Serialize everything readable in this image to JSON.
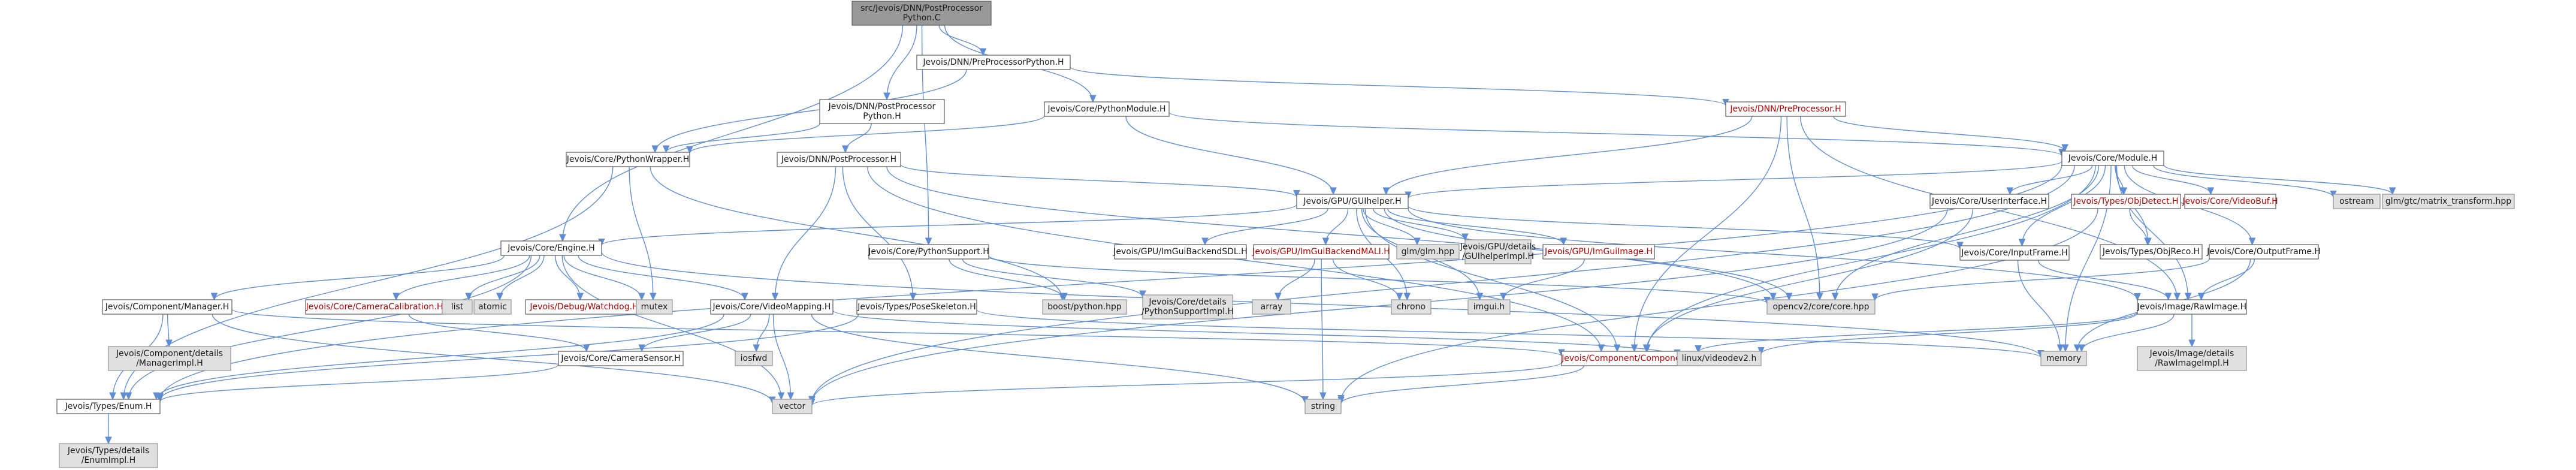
{
  "nodes": {
    "root": {
      "lines": [
        "src/Jevois/DNN/PostProcessor",
        "Python.C"
      ],
      "style": "root"
    },
    "prepy": {
      "lines": [
        "Jevois/DNN/PreProcessorPython.H"
      ],
      "style": "plain"
    },
    "postpy": {
      "lines": [
        "Jevois/DNN/PostProcessor",
        "Python.H"
      ],
      "style": "plain"
    },
    "pymod": {
      "lines": [
        "Jevois/Core/PythonModule.H"
      ],
      "style": "plain"
    },
    "prep": {
      "lines": [
        "Jevois/DNN/PreProcessor.H"
      ],
      "style": "red"
    },
    "pywrap": {
      "lines": [
        "Jevois/Core/PythonWrapper.H"
      ],
      "style": "plain"
    },
    "postp": {
      "lines": [
        "Jevois/DNN/PostProcessor.H"
      ],
      "style": "plain"
    },
    "module": {
      "lines": [
        "Jevois/Core/Module.H"
      ],
      "style": "plain"
    },
    "guihelper": {
      "lines": [
        "Jevois/GPU/GUIhelper.H"
      ],
      "style": "plain"
    },
    "uiface": {
      "lines": [
        "Jevois/Core/UserInterface.H"
      ],
      "style": "plain"
    },
    "objdetect": {
      "lines": [
        "Jevois/Types/ObjDetect.H"
      ],
      "style": "red"
    },
    "videobuf": {
      "lines": [
        "Jevois/Core/VideoBuf.H"
      ],
      "style": "red"
    },
    "ostream": {
      "lines": [
        "ostream"
      ],
      "style": "ext"
    },
    "glmtrans": {
      "lines": [
        "glm/gtc/matrix_transform.hpp"
      ],
      "style": "ext"
    },
    "engine": {
      "lines": [
        "Jevois/Core/Engine.H"
      ],
      "style": "plain"
    },
    "pysupport": {
      "lines": [
        "Jevois/Core/PythonSupport.H"
      ],
      "style": "plain"
    },
    "imguisdl": {
      "lines": [
        "Jevois/GPU/ImGuiBackendSDL.H"
      ],
      "style": "plain"
    },
    "imguimali": {
      "lines": [
        "Jevois/GPU/ImGuiBackendMALI.H"
      ],
      "style": "red"
    },
    "glm": {
      "lines": [
        "glm/glm.hpp"
      ],
      "style": "ext"
    },
    "guidetails": {
      "lines": [
        "Jevois/GPU/details",
        "/GUIhelperImpl.H"
      ],
      "style": "ext"
    },
    "imguiimage": {
      "lines": [
        "Jevois/GPU/ImGuiImage.H"
      ],
      "style": "red"
    },
    "inframe": {
      "lines": [
        "Jevois/Core/InputFrame.H"
      ],
      "style": "plain"
    },
    "objreco": {
      "lines": [
        "Jevois/Types/ObjReco.H"
      ],
      "style": "plain"
    },
    "outframe": {
      "lines": [
        "Jevois/Core/OutputFrame.H"
      ],
      "style": "plain"
    },
    "compmgr": {
      "lines": [
        "Jevois/Component/Manager.H"
      ],
      "style": "plain"
    },
    "camcal": {
      "lines": [
        "Jevois/Core/CameraCalibration.H"
      ],
      "style": "red"
    },
    "list": {
      "lines": [
        "list"
      ],
      "style": "ext"
    },
    "atomic": {
      "lines": [
        "atomic"
      ],
      "style": "ext"
    },
    "watchdog": {
      "lines": [
        "Jevois/Debug/Watchdog.H"
      ],
      "style": "red"
    },
    "mutex": {
      "lines": [
        "mutex"
      ],
      "style": "ext"
    },
    "vmapping": {
      "lines": [
        "Jevois/Core/VideoMapping.H"
      ],
      "style": "plain"
    },
    "poseskel": {
      "lines": [
        "Jevois/Types/PoseSkeleton.H"
      ],
      "style": "plain"
    },
    "boostpy": {
      "lines": [
        "boost/python.hpp"
      ],
      "style": "ext"
    },
    "pysupimpl": {
      "lines": [
        "Jevois/Core/details",
        "/PythonSupportImpl.H"
      ],
      "style": "ext"
    },
    "array": {
      "lines": [
        "array"
      ],
      "style": "ext"
    },
    "chrono": {
      "lines": [
        "chrono"
      ],
      "style": "ext"
    },
    "imguih": {
      "lines": [
        "imgui.h"
      ],
      "style": "ext"
    },
    "opencv": {
      "lines": [
        "opencv2/core/core.hpp"
      ],
      "style": "ext"
    },
    "rawimage": {
      "lines": [
        "Jevois/Image/RawImage.H"
      ],
      "style": "plain"
    },
    "mgrimpl": {
      "lines": [
        "Jevois/Component/details",
        "/ManagerImpl.H"
      ],
      "style": "ext"
    },
    "camsensor": {
      "lines": [
        "Jevois/Core/CameraSensor.H"
      ],
      "style": "plain"
    },
    "iosfwd": {
      "lines": [
        "iosfwd"
      ],
      "style": "ext"
    },
    "component": {
      "lines": [
        "Jevois/Component/Component.H"
      ],
      "style": "red"
    },
    "videodev": {
      "lines": [
        "linux/videodev2.h"
      ],
      "style": "ext"
    },
    "memory": {
      "lines": [
        "memory"
      ],
      "style": "ext"
    },
    "rawimpl": {
      "lines": [
        "Jevois/Image/details",
        "/RawImageImpl.H"
      ],
      "style": "ext"
    },
    "enumh": {
      "lines": [
        "Jevois/Types/Enum.H"
      ],
      "style": "plain"
    },
    "vector": {
      "lines": [
        "vector"
      ],
      "style": "ext"
    },
    "string": {
      "lines": [
        "string"
      ],
      "style": "ext"
    },
    "enumimpl": {
      "lines": [
        "Jevois/Types/details",
        "/EnumImpl.H"
      ],
      "style": "ext"
    }
  },
  "edges": [
    [
      "root",
      "prepy"
    ],
    [
      "root",
      "postpy"
    ],
    [
      "root",
      "pymod"
    ],
    [
      "root",
      "engine"
    ],
    [
      "root",
      "pysupport"
    ],
    [
      "prepy",
      "prep"
    ],
    [
      "prepy",
      "pywrap"
    ],
    [
      "postpy",
      "pywrap"
    ],
    [
      "postpy",
      "postp"
    ],
    [
      "pymod",
      "pywrap"
    ],
    [
      "pymod",
      "module"
    ],
    [
      "pymod",
      "guihelper"
    ],
    [
      "prep",
      "module"
    ],
    [
      "prep",
      "guihelper"
    ],
    [
      "prep",
      "opencv"
    ],
    [
      "prep",
      "component"
    ],
    [
      "prep",
      "rawimage"
    ],
    [
      "pywrap",
      "mutex"
    ],
    [
      "pywrap",
      "boostpy"
    ],
    [
      "pywrap",
      "enumh"
    ],
    [
      "postp",
      "guihelper"
    ],
    [
      "postp",
      "vmapping"
    ],
    [
      "postp",
      "poseskel"
    ],
    [
      "postp",
      "opencv"
    ],
    [
      "postp",
      "component"
    ],
    [
      "module",
      "uiface"
    ],
    [
      "module",
      "objdetect"
    ],
    [
      "module",
      "videobuf"
    ],
    [
      "module",
      "ostream"
    ],
    [
      "module",
      "glmtrans"
    ],
    [
      "module",
      "guihelper"
    ],
    [
      "module",
      "inframe"
    ],
    [
      "module",
      "objreco"
    ],
    [
      "module",
      "outframe"
    ],
    [
      "module",
      "opencv"
    ],
    [
      "module",
      "component"
    ],
    [
      "module",
      "rawimage"
    ],
    [
      "module",
      "memory"
    ],
    [
      "module",
      "enumh"
    ],
    [
      "module",
      "vector"
    ],
    [
      "guihelper",
      "engine"
    ],
    [
      "guihelper",
      "imguisdl"
    ],
    [
      "guihelper",
      "imguimali"
    ],
    [
      "guihelper",
      "glm"
    ],
    [
      "guihelper",
      "guidetails"
    ],
    [
      "guihelper",
      "imguiimage"
    ],
    [
      "guihelper",
      "inframe"
    ],
    [
      "guihelper",
      "opencv"
    ],
    [
      "guihelper",
      "chrono"
    ],
    [
      "guihelper",
      "imguih"
    ],
    [
      "guihelper",
      "component"
    ],
    [
      "guihelper",
      "rawimage"
    ],
    [
      "engine",
      "compmgr"
    ],
    [
      "engine",
      "camcal"
    ],
    [
      "engine",
      "list"
    ],
    [
      "engine",
      "atomic"
    ],
    [
      "engine",
      "watchdog"
    ],
    [
      "engine",
      "mutex"
    ],
    [
      "engine",
      "vmapping"
    ],
    [
      "engine",
      "enumh"
    ],
    [
      "engine",
      "vector"
    ],
    [
      "engine",
      "memory"
    ],
    [
      "pysupport",
      "boostpy"
    ],
    [
      "pysupport",
      "pysupimpl"
    ],
    [
      "pysupport",
      "opencv"
    ],
    [
      "imguimali",
      "array"
    ],
    [
      "imguimali",
      "chrono"
    ],
    [
      "imguimali",
      "string"
    ],
    [
      "imguiimage",
      "imguih"
    ],
    [
      "uiface",
      "component"
    ],
    [
      "uiface",
      "vector"
    ],
    [
      "objdetect",
      "objreco"
    ],
    [
      "objdetect",
      "string"
    ],
    [
      "inframe",
      "rawimage"
    ],
    [
      "inframe",
      "memory"
    ],
    [
      "outframe",
      "rawimage"
    ],
    [
      "outframe",
      "opencv"
    ],
    [
      "outframe",
      "memory"
    ],
    [
      "compmgr",
      "mgrimpl"
    ],
    [
      "compmgr",
      "component"
    ],
    [
      "compmgr",
      "enumh"
    ],
    [
      "compmgr",
      "vector"
    ],
    [
      "camcal",
      "camsensor"
    ],
    [
      "camsensor",
      "enumh"
    ],
    [
      "vmapping",
      "iosfwd"
    ],
    [
      "vmapping",
      "vector"
    ],
    [
      "vmapping",
      "enumh"
    ],
    [
      "vmapping",
      "videodev"
    ],
    [
      "vmapping",
      "camsensor"
    ],
    [
      "vmapping",
      "string"
    ],
    [
      "poseskel",
      "enumh"
    ],
    [
      "poseskel",
      "memory"
    ],
    [
      "rawimage",
      "rawimpl"
    ],
    [
      "rawimage",
      "videodev"
    ],
    [
      "rawimage",
      "memory"
    ],
    [
      "rawimage",
      "component"
    ],
    [
      "component",
      "vector"
    ],
    [
      "component",
      "string"
    ],
    [
      "enumh",
      "enumimpl"
    ]
  ]
}
